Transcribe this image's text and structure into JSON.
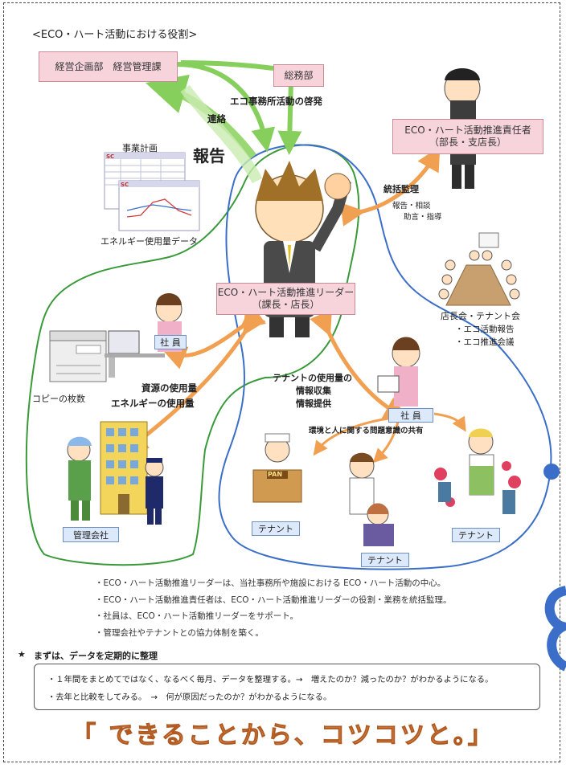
{
  "title": "<ECO・ハート活動における役割>",
  "boxes": {
    "planning": "経営企画部　経営管理課",
    "general_affairs": "総務部",
    "manager_title": "ECO・ハート活動推進責任者",
    "manager_sub": "（部長・支店長）",
    "leader_title": "ECO・ハート活動推進リーダー",
    "leader_sub": "（課長・店長）",
    "staff_1": "社 員",
    "staff_2": "社 員",
    "mgmt_company": "管理会社",
    "tenant_1": "テナント",
    "tenant_2": "テナント",
    "tenant_3": "テナント"
  },
  "labels": {
    "eco_office": "エコ事務所活動の啓発",
    "contact": "連絡",
    "report": "報告",
    "business_plan": "事業計画",
    "energy_data": "エネルギー使用量データ",
    "supervise": "統括監理",
    "consult": "報告・相談",
    "advice": "助言・指導",
    "meeting_title": "店長会・テナント会",
    "meeting_1": "・エコ活動報告",
    "meeting_2": "・エコ推進会議",
    "copies": "コピーの枚数",
    "resources": "資源の使用量",
    "energy_use": "エネルギーの使用量",
    "tenant_info_1": "テナントの使用量の",
    "tenant_info_2": "情報収集",
    "tenant_info_3": "情報提供",
    "shared": "環境と人に関する問題意識の共有",
    "pan": "PAN",
    "sc": "SC"
  },
  "bullets": [
    "・ECO・ハート活動推進リーダーは、当社事務所や施設における ECO・ハート活動の中心。",
    "・ECO・ハート活動推進責任者は、ECO・ハート活動推進リーダーの役割・業務を統括監理。",
    "・社員は、ECO・ハート活動推リーダーをサポート。",
    "・管理会社やテナントとの協力体制を築く。"
  ],
  "summary": {
    "star": "★",
    "heading": "まずは、データを定期的に整理",
    "line1": "・１年間をまとめてではなく、なるべく毎月、データを整理する。→　増えたのか？減ったのか？がわかるようになる。",
    "line2": "・去年と比較をしてみる。　→　何が原因だったのか？がわかるようになる。"
  },
  "slogan": "「 できることから、コツコツと。」",
  "colors": {
    "green_line": "#3a9a3a",
    "blue_line": "#3a6ec8",
    "orange_arrow": "#f0a050",
    "light_green_arrow": "#9ad873",
    "pink_box": "#f7d4dc",
    "blue_box": "#dce9fb",
    "slogan": "#f4a26a"
  }
}
